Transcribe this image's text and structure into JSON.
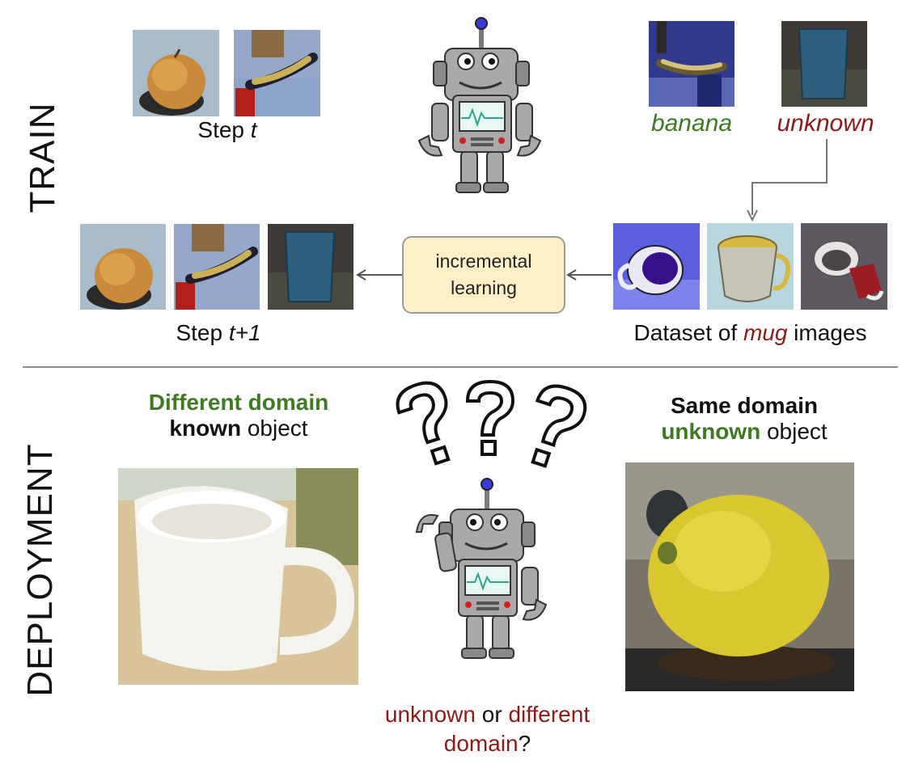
{
  "sections": {
    "train": "TRAIN",
    "deployment": "DEPLOYMENT"
  },
  "train": {
    "step_t": {
      "prefix": "Step ",
      "var": "t"
    },
    "step_t1": {
      "prefix": "Step ",
      "var": "t+1"
    },
    "known_label": "banana",
    "unknown_label": "unknown",
    "process_box": {
      "line1": "incremental",
      "line2": "learning"
    },
    "dataset_caption": {
      "prefix": "Dataset of ",
      "highlight": "mug",
      "suffix": " images"
    }
  },
  "deployment": {
    "left_case": {
      "title_colored": "Different domain",
      "bold_word": "known",
      "rest": " object"
    },
    "right_case": {
      "title_bold": "Same domain",
      "colored_word": "unknown",
      "rest": " object"
    },
    "question": {
      "part1": "unknown",
      "connector": " or ",
      "part2": "different",
      "part3": "domain",
      "end": "?"
    }
  },
  "colors": {
    "green": "#3d7a22",
    "red": "#8b1a1a",
    "box_fill": "#fdf0c9",
    "robot_gray": "#a9a9a9",
    "robot_antenna": "#3a3ad6"
  },
  "icons": [
    "apple-photo",
    "banana-photo",
    "mug-photo",
    "robot-icon",
    "question-mark-icon",
    "arrow-left-icon",
    "arrow-down-icon",
    "lemon-photo"
  ]
}
